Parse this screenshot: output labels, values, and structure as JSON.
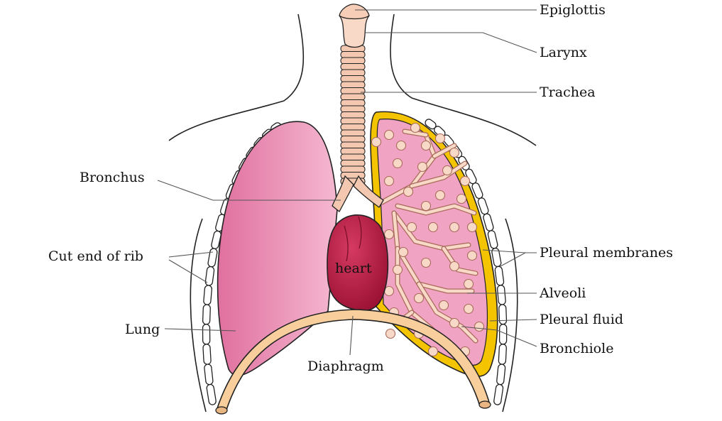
{
  "labels": {
    "epiglottis": "Epiglottis",
    "larynx": "Larynx",
    "trachea": "Trachea",
    "bronchus": "Bronchus",
    "cut_end_of_rib": "Cut end of rib",
    "lung": "Lung",
    "heart": "heart",
    "diaphragm": "Diaphragm",
    "pleural_membranes": "Pleural membranes",
    "alveoli": "Alveoli",
    "pleural_fluid": "Pleural fluid",
    "bronchiole": "Bronchiole"
  },
  "colors": {
    "lung_left": "#e98bb3",
    "lung_right_fill": "#f1a3c4",
    "pleura": "#f5c400",
    "trachea": "#f4c8b0",
    "heart": "#b81b45",
    "diaphragm": "#f8cf9c",
    "outline": "#222222"
  }
}
